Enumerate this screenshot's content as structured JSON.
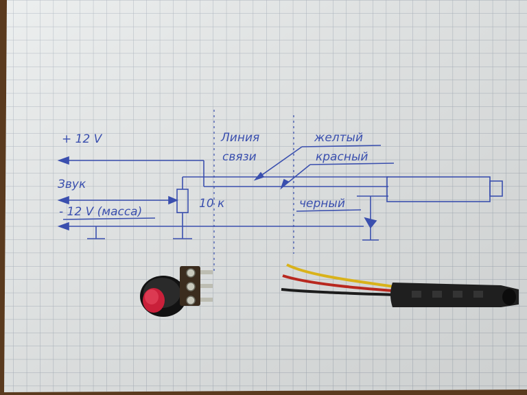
{
  "diagram": {
    "labels": {
      "plus_12v": "+ 12 V",
      "zvuk": "Звук",
      "minus_12v": "- 12 V (масса)",
      "resistor": "10 к",
      "liniya": "Линия",
      "svyazi": "связи",
      "yellow": "желтый",
      "red": "красный",
      "black": "черный"
    },
    "colors": {
      "paper": "#e9ecec",
      "grid": "#a9b2bd",
      "ink": "#3a4fae",
      "wire_yellow": "#d9b21a",
      "wire_red": "#b8281f",
      "wire_black": "#1c1c1c",
      "knob": "#c9203a"
    },
    "photo_objects": [
      "potentiometer",
      "wired-module"
    ]
  }
}
